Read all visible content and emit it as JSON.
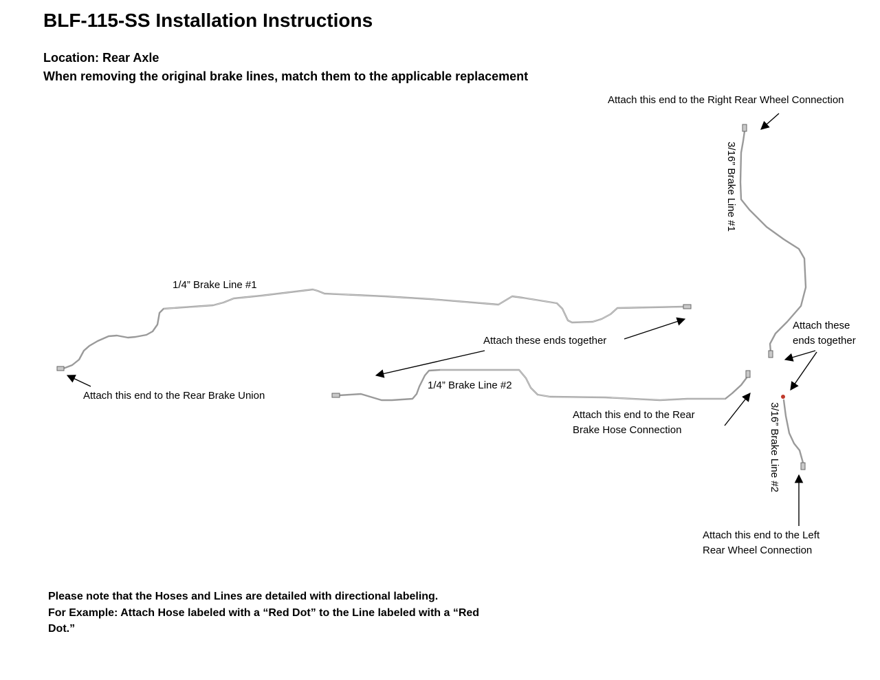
{
  "title": "BLF-115-SS Installation Instructions",
  "location": "Location: Rear Axle",
  "instruction": "When removing the original brake lines, match them to the applicable replacement",
  "lines": {
    "quarter_1": "1/4” Brake Line #1",
    "quarter_2": "1/4” Brake Line #2",
    "threesixteenth_1": "3/16” Brake Line #1",
    "threesixteenth_2": "3/16” Brake Line #2"
  },
  "callouts": {
    "right_rear": "Attach this end to the Right Rear Wheel Connection",
    "rear_union": "Attach this end to the Rear Brake Union",
    "ends_together_left": "Attach these ends together",
    "ends_together_right_1": "Attach these",
    "ends_together_right_2": "ends together",
    "rear_hose_1": "Attach this end to the Rear",
    "rear_hose_2": "Brake Hose Connection",
    "left_rear_1": "Attach this end to the Left",
    "left_rear_2": "Rear Wheel Connection"
  },
  "notes": {
    "line1": "Please note that the Hoses and Lines are detailed with directional labeling.",
    "line2": "For Example: Attach Hose labeled with a “Red Dot” to the Line labeled with a “Red",
    "line3": "Dot.”"
  },
  "colors": {
    "line": "#9a9a9a",
    "red_dot": "#c0392b"
  }
}
